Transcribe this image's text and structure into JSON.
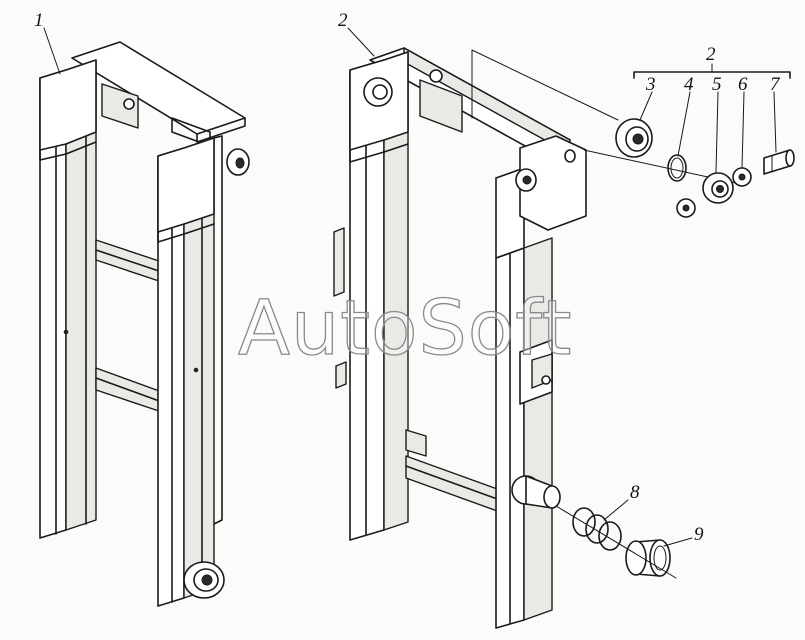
{
  "watermark": "AutoSoft",
  "callouts": {
    "c1": "1",
    "c2_top": "2",
    "c2_group": "2",
    "c3": "3",
    "c4": "4",
    "c5": "5",
    "c6": "6",
    "c7": "7",
    "c8": "8",
    "c9": "9"
  },
  "colors": {
    "line": "#1a1a1a",
    "paper": "#fbfbf9",
    "watermark_stroke": "#8a8a8a"
  }
}
